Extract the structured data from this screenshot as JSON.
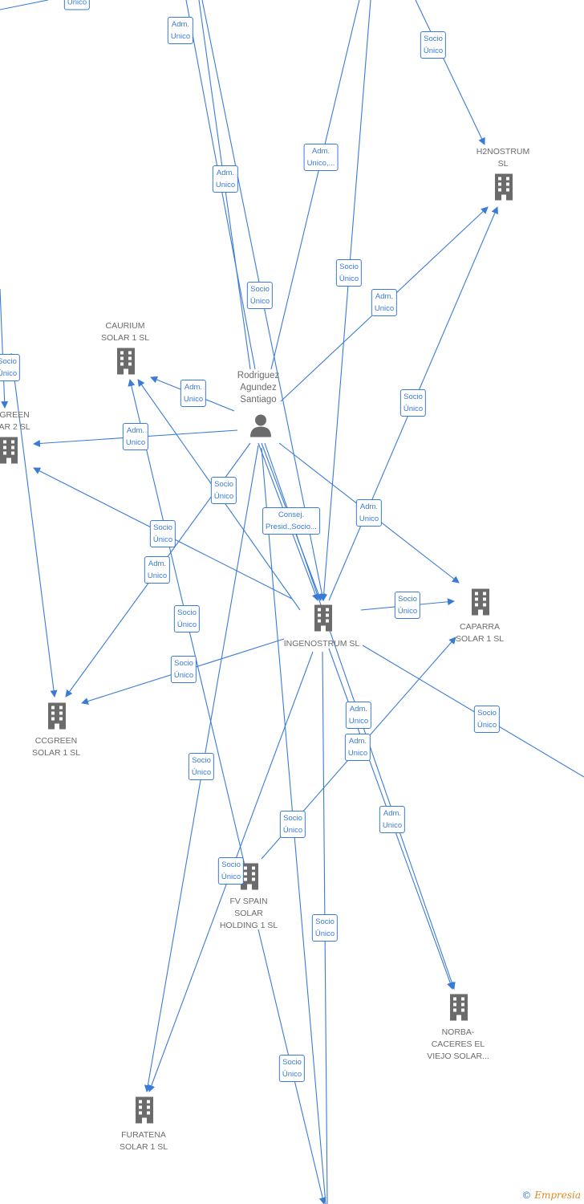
{
  "nodes": {
    "person": {
      "label": "Rodriguez\nAgundez\nSantiago",
      "icon": "person-icon"
    },
    "ingenostrum": {
      "label": "INGENOSTRUM SL",
      "icon": "building-icon"
    },
    "h2nostrum": {
      "label": "H2NOSTRUM\nSL",
      "icon": "building-icon"
    },
    "caurium": {
      "label": "CAURIUM\nSOLAR 1  SL",
      "icon": "building-icon"
    },
    "ccgreen2": {
      "label": "GREEN\nAR 2  SL",
      "icon": "building-icon"
    },
    "ccgreen1": {
      "label": "CCGREEN\nSOLAR 1  SL",
      "icon": "building-icon"
    },
    "caparra": {
      "label": "CAPARRA\nSOLAR 1  SL",
      "icon": "building-icon"
    },
    "fvspain": {
      "label": "FV SPAIN\nSOLAR\nHOLDING 1  SL",
      "icon": "building-icon"
    },
    "norba": {
      "label": "NORBA-\nCACERES EL\nVIEJO SOLAR...",
      "icon": "building-icon"
    },
    "furatena": {
      "label": "FURATENA\nSOLAR 1  SL",
      "icon": "building-icon"
    }
  },
  "tags": [
    "Único",
    "Adm.\nUnico",
    "Socio\nÚnico",
    "Adm.\nUnico,...",
    "Adm.\nUnico",
    "Socio\nÚnico",
    "Socio\nÚnico",
    "Adm.\nUnico",
    "Socio\nÚnico",
    "Adm.\nUnico",
    "Adm.\nUnico",
    "Socio\nÚnico",
    "Consej.\nPresid.,Socio...",
    "Adm.\nUnico",
    "Socio\nÚnico",
    "Adm.\nUnico",
    "Socio\nÚnico",
    "Socio\nÚnico",
    "Socio\nÚnico",
    "Socio\nÚnico",
    "Adm.\nUnico",
    "Socio\nÚnico",
    "Adm.\nUnico",
    "Socio\nÚnico",
    "Adm.\nUnico",
    "Socio\nÚnico",
    "Socio\nÚnico",
    "Socio\nÚnico",
    "Socio\nÚnico"
  ],
  "footer": {
    "symbol": "©",
    "brand": "Empresia"
  },
  "colors": {
    "edge": "#3a7bd5",
    "node": "#6b6b6b",
    "background": "#ffffff"
  }
}
